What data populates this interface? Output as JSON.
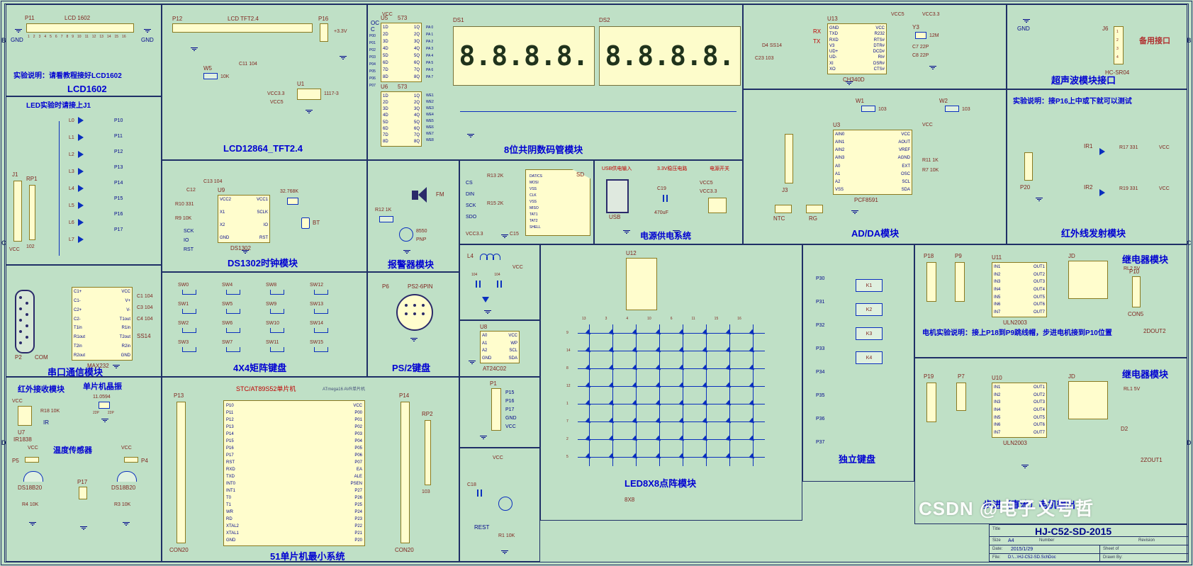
{
  "page": {
    "watermark": "CSDN @电子义号哲",
    "zones": [
      "B",
      "C",
      "D"
    ],
    "nets": {
      "vcc": "VCC",
      "gnd": "GND",
      "vcc5": "VCC5",
      "vcc33": "VCC3.3",
      "v33": "+3.3V"
    }
  },
  "modules": {
    "lcd1602": {
      "designator": "P11",
      "part": "LCD 1602",
      "note": "实验说明：请看教程接好LCD1602",
      "title": "LCD1602",
      "pins": [
        "1",
        "2",
        "3",
        "4",
        "5",
        "6",
        "7",
        "8",
        "9",
        "10",
        "11",
        "12",
        "13",
        "14",
        "15",
        "16"
      ]
    },
    "led": {
      "note": "LED实验时请接上J1",
      "leds": [
        "L0",
        "L1",
        "L2",
        "L3",
        "L4",
        "L5",
        "L6",
        "L7"
      ],
      "nets": [
        "P10",
        "P11",
        "P12",
        "P13",
        "P14",
        "P15",
        "P16",
        "P17"
      ],
      "rp": "RP1",
      "rp_val": "102",
      "conn": "J1"
    },
    "serial": {
      "title": "串口通信模块",
      "conn": "P2",
      "conn_type": "COM",
      "ic": "MAX232",
      "diode": "SS14",
      "caps": [
        "C1 104",
        "C3 104",
        "C4 104"
      ],
      "pins_left": [
        "C1+",
        "C1-",
        "C2+",
        "C2-",
        "T1in",
        "R1out",
        "T2in",
        "R2out"
      ],
      "pins_right": [
        "VCC",
        "V+",
        "V-",
        "T1out",
        "R1in",
        "T2out",
        "R2in",
        "GND"
      ]
    },
    "sensors": {
      "ir_title": "红外接收模块",
      "xtal_title": "单片机晶振",
      "temp_title": "温度传感器",
      "ir_ref": "U7",
      "ir_part": "IR1838",
      "ir_r": "R18 10K",
      "ir_net": "IR",
      "xtal_val": "11.0594",
      "xtal_caps": [
        "22P",
        "22P"
      ],
      "temp_part": "DS18B20",
      "temp_part2": "DS18B20",
      "hdr1": "P5",
      "hdr2": "P4",
      "jumper": "P17",
      "r1": "R4 10K",
      "r2": "R3 10K"
    },
    "lcd12864": {
      "title": "LCD12864_TFT2.4",
      "conn": "P12",
      "conn_part": "LCD TFT2.4",
      "jumper": "P16",
      "pot": "W5",
      "pot_val": "10K",
      "cap": "C11 104",
      "reg_ref": "U1",
      "reg_part": "1117-3"
    },
    "ds1302": {
      "title": "DS1302时钟模块",
      "ref": "U9",
      "part": "DS1302",
      "pins_left": [
        "VCC2",
        "X1",
        "X2",
        "GND"
      ],
      "pins_right": [
        "VCC1",
        "SCLK",
        "IO",
        "RST"
      ],
      "xtal": "32.768K",
      "bt": "BT",
      "cap1": "C13 104",
      "cap2": "C12",
      "r1": "R10 331",
      "r2": "R9 10K",
      "nets": [
        "SCK",
        "IO",
        "RST"
      ]
    },
    "keypad": {
      "title": "4X4矩阵键盘",
      "switches": [
        "SW0",
        "SW4",
        "SW8",
        "SW12",
        "SW1",
        "SW5",
        "SW9",
        "SW13",
        "SW2",
        "SW6",
        "SW10",
        "SW14",
        "SW3",
        "SW7",
        "SW11",
        "SW15"
      ]
    },
    "mcu51": {
      "title": "51单片机最小系统",
      "note": "STC/AT89S52单片机",
      "note2": "ATmega16 AVR单片机",
      "hdr_left": "P13",
      "hdr_right": "P14",
      "con": "CON20",
      "con2": "CON20",
      "rp": "RP2",
      "rp_val": "103",
      "pins_left": [
        "P10",
        "P11",
        "P12",
        "P13",
        "P14",
        "P15",
        "P16",
        "P17",
        "RST",
        "RXD",
        "TXD",
        "INT0",
        "INT1",
        "T0",
        "T1",
        "WR",
        "RD",
        "XTAL2",
        "XTAL1",
        "GND"
      ],
      "pins_right": [
        "VCC",
        "P00",
        "P01",
        "P02",
        "P03",
        "P04",
        "P05",
        "P06",
        "P07",
        "EA",
        "ALE",
        "PSEN",
        "P27",
        "P26",
        "P25",
        "P24",
        "P23",
        "P22",
        "P21",
        "P20"
      ]
    },
    "sevenseg": {
      "title": "8位共阴数码管模块",
      "u5": "U5",
      "u5_part": "573",
      "u6": "U6",
      "u6_part": "573",
      "ds1": "DS1",
      "ds2": "DS2",
      "digits": "8.8.8.8.",
      "oc": "OC",
      "c": "C",
      "in_pins": [
        "P00",
        "P01",
        "P02",
        "P03",
        "P04",
        "P05",
        "P06",
        "P07"
      ],
      "pa": [
        "PA 0",
        "PA 1",
        "PA 2",
        "PA 3",
        "PA 4",
        "PA 5",
        "PA 6",
        "PA 7"
      ],
      "we": [
        "WE1",
        "WE2",
        "WE3",
        "WE4",
        "WE5",
        "WE6",
        "WE7",
        "WE8"
      ],
      "ld": [
        "1D",
        "2D",
        "3D",
        "4D",
        "5D",
        "6D",
        "7D",
        "8D"
      ],
      "lq": [
        "1Q",
        "2Q",
        "3Q",
        "4Q",
        "5Q",
        "6Q",
        "7Q",
        "8Q"
      ]
    },
    "alarm": {
      "title": "报警器模块",
      "speaker": "FM",
      "q": "8550",
      "q_type": "PNP",
      "r": "R12 1K"
    },
    "sd": {
      "label": "SD",
      "pins_left": [
        "CS",
        "DIN",
        "SCK",
        "SDO"
      ],
      "rs": [
        "R13 2K",
        "R15 2K"
      ],
      "card_pins": [
        "DAT/CS",
        "MOSI",
        "VSS",
        "CLK",
        "VSS",
        "MISO",
        "TAT1",
        "TAT2",
        "SHELL"
      ],
      "cap": "C15"
    },
    "power": {
      "title": "电源供电系统",
      "usb": "USB",
      "cap": "C19",
      "cap_val": "470uF",
      "note1": "USB供电输入",
      "note2": "3.3V稳压电路",
      "note3": "电源开关"
    },
    "filter": {
      "l": "L4",
      "caps": [
        "104",
        "104"
      ]
    },
    "ps2": {
      "title": "PS/2键盘",
      "conn": "P6",
      "part": "PS2-6PIN"
    },
    "at24": {
      "ref": "U8",
      "part": "AT24C02",
      "pins_left": [
        "A0",
        "A1",
        "A2",
        "GND"
      ],
      "pins_right": [
        "VCC",
        "WP",
        "SCL",
        "SDA"
      ]
    },
    "resetbox": {
      "hdr": "P1",
      "pins": [
        "P15",
        "P16",
        "P17",
        "GND",
        "VCC"
      ]
    },
    "restbox": {
      "net": "REST",
      "cap": "C18",
      "r": "R1 10K"
    },
    "led8x8": {
      "title": "LED8X8点阵模块",
      "size": "8X8",
      "hdr": "U12",
      "rows": 8,
      "cols": 8,
      "row_pins": [
        "9",
        "14",
        "8",
        "12",
        "1",
        "7",
        "2",
        "5"
      ],
      "col_pins": [
        "13",
        "3",
        "4",
        "10",
        "6",
        "11",
        "15",
        "16"
      ]
    },
    "indep": {
      "title": "独立键盘",
      "keys": [
        "K1",
        "K2",
        "K3",
        "K4"
      ],
      "nets": [
        "P30",
        "P31",
        "P32",
        "P33",
        "P34",
        "P35",
        "P36",
        "P37"
      ]
    },
    "ch340": {
      "ref": "U13",
      "part": "CH340D",
      "pins_left": [
        "GND",
        "TXD",
        "RXD",
        "V3",
        "UD+",
        "UD-",
        "XI",
        "XO"
      ],
      "pins_right": [
        "VCC",
        "R232",
        "RTS#",
        "DTR#",
        "DCD#",
        "RI#",
        "DSR#",
        "CTS#"
      ],
      "xtal_ref": "Y3",
      "xtal_val": "12M",
      "caps": [
        "C7 22P",
        "C8 22P"
      ],
      "cap2": "C23 103",
      "diode": "D4 SS14",
      "rx": "RX",
      "tx": "TX"
    },
    "ultra": {
      "title": "超声波模块接口",
      "sub": "备用接口",
      "conn": "J6",
      "part": "HC-SR04",
      "pins": [
        "1",
        "2",
        "3",
        "4"
      ]
    },
    "adda": {
      "title": "AD/DA模块",
      "ref": "U3",
      "part": "PCF8591",
      "pins_left": [
        "AIN0",
        "AIN1",
        "AIN2",
        "AIN3",
        "A0",
        "A1",
        "A2",
        "VSS"
      ],
      "pins_right": [
        "VCC",
        "AOUT",
        "VREF",
        "AGND",
        "EXT",
        "OSC",
        "SCL",
        "SDA"
      ],
      "w1": "W1",
      "w1_val": "103",
      "w2": "W2",
      "w2_val": "103",
      "ntc": "NTC",
      "rg": "RG",
      "hdr": "J3",
      "r1": "R11 1K",
      "r2": "R7 10K"
    },
    "irtx": {
      "title": "红外线发射模块",
      "note": "实验说明：接P16上中或下就可以测试",
      "led1": "IR1",
      "led2": "IR2",
      "r1": "R17 331",
      "r2": "R19 331",
      "hdr": "P20"
    },
    "relay1": {
      "title": "继电器模块",
      "note": "电机实验说明：接上P18到P9跳线帽，步进电机接到P10位置",
      "h1": "P18",
      "h2": "P9",
      "h3": "P10",
      "ic_ref": "U11",
      "ic_part": "ULN2003",
      "in_pins": [
        "IN1",
        "IN2",
        "IN3",
        "IN4",
        "IN5",
        "IN6",
        "IN7"
      ],
      "out_pins": [
        "OUT1",
        "OUT2",
        "OUT3",
        "OUT4",
        "OUT5",
        "OUT6",
        "OUT7"
      ],
      "relay": "JD",
      "rl": "RL2 5V",
      "con": "CON5",
      "out": "2DOUT2"
    },
    "relay2": {
      "title": "继电器模块",
      "subtitle": "步进（直流）电机输出",
      "h1": "P19",
      "h2": "P7",
      "ic_ref": "U10",
      "ic_part": "ULN2003",
      "relay": "JD",
      "rl": "RL1 5V",
      "d": "D2",
      "out": "2ZOUT1"
    },
    "titleblock": {
      "l_title": "Title",
      "title": "HJ-C52-SD-2015",
      "l_size": "Size",
      "size": "A4",
      "l_number": "Number",
      "l_rev": "Revision",
      "l_date": "Date:",
      "date": "2015/1/29",
      "l_sheet": "Sheet of",
      "l_file": "File:",
      "file": "D:\\...\\HJ-C52-SD.SchDoc",
      "l_drawn": "Drawn By:"
    }
  }
}
